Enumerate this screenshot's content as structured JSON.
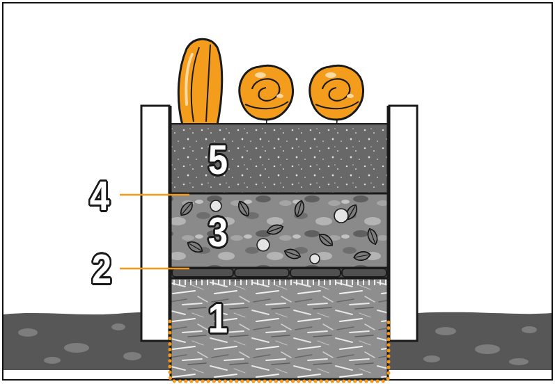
{
  "diagram": {
    "nodes": [
      {
        "text": [
          "5"
        ]
      },
      {
        "text": [
          "3"
        ]
      },
      {
        "text": [
          "1"
        ]
      }
    ],
    "labels": [
      "4",
      "2"
    ]
  }
}
